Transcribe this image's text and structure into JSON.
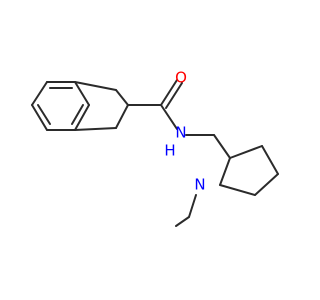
{
  "atoms": {
    "oxygen": {
      "label": "O",
      "color": "#ff0000"
    },
    "amide_nitrogen": {
      "label": "N",
      "color": "#0000ff"
    },
    "amide_hydrogen": {
      "label": "H",
      "color": "#0000ff"
    },
    "ring_nitrogen": {
      "label": "N",
      "color": "#0000ff"
    }
  },
  "colors": {
    "bond": "#2b2b2b",
    "background": "#ffffff"
  }
}
